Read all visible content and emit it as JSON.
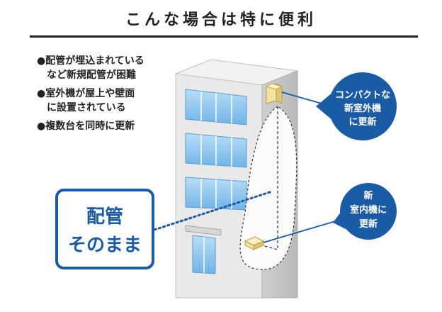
{
  "title": "こんな場合は特に便利",
  "bullets": [
    {
      "lines": [
        "●配管が埋込まれている",
        "など新規配管が困難"
      ]
    },
    {
      "lines": [
        "●室外機が屋上や壁面",
        "に設置されている"
      ]
    },
    {
      "lines": [
        "●複数台を同時に更新"
      ]
    }
  ],
  "pipe_box": {
    "lines": [
      "配管",
      "そのまま"
    ]
  },
  "callout_outdoor": {
    "lines": [
      "コンパクトな",
      "新室外機",
      "に更新"
    ]
  },
  "callout_indoor": {
    "lines": [
      "新",
      "室内機に",
      "更新"
    ]
  },
  "colors": {
    "accent": "#1a5ba6",
    "building_face": "#e8e8e8",
    "building_side": "#c8c8c8",
    "window": "#8fc8ee",
    "unit": "#f3e3a0"
  }
}
